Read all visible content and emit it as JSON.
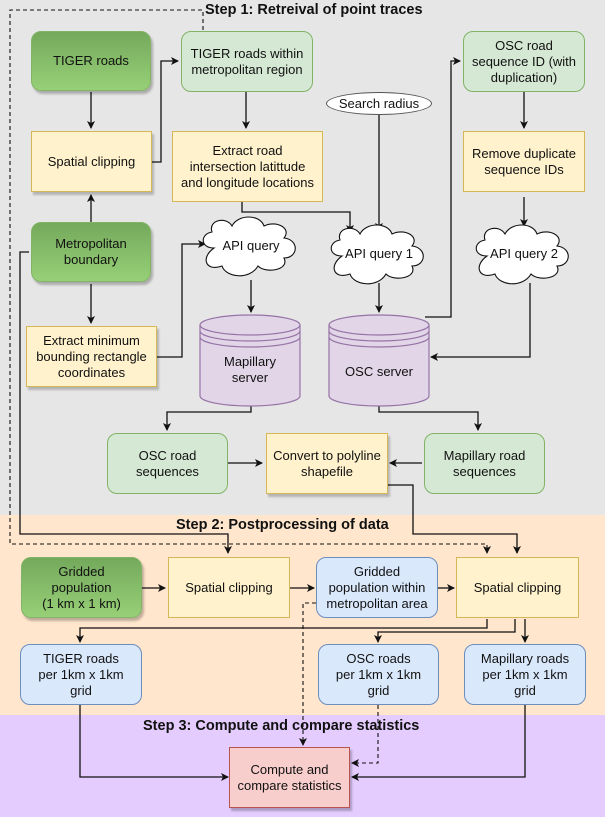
{
  "steps": {
    "step1": "Step 1: Retreival of point traces",
    "step2": "Step 2: Postprocessing of data",
    "step3": "Step 3: Compute and compare statistics"
  },
  "nodes": {
    "tiger_roads": "TIGER roads",
    "tiger_within_metro": "TIGER roads within\nmetropolitan region",
    "osc_seq_id": "OSC road\nsequence ID (with\nduplication)",
    "search_radius": "Search radius",
    "spatial_clipping_1": "Spatial clipping",
    "extract_intersections": "Extract road\nintersection latittude\nand longitude locations",
    "remove_duplicates": "Remove duplicate\nsequence IDs",
    "metro_boundary": "Metropolitan\nboundary",
    "api_query": "API query",
    "api_query_1": "API query 1",
    "api_query_2": "API query 2",
    "extract_mbr": "Extract minimum\nbounding rectangle\ncoordinates",
    "mapillary_server": "Mapillary\nserver",
    "osc_server": "OSC server",
    "osc_road_sequences": "OSC road\nsequences",
    "convert_polyline": "Convert to polyline\nshapefile",
    "mapillary_road_sequences": "Mapillary road\nsequences",
    "gridded_population": "Gridded\npopulation\n(1 km x 1 km)",
    "spatial_clipping_2": "Spatial clipping",
    "gridded_pop_metro": "Gridded\npopulation within\nmetropolitan area",
    "spatial_clipping_3": "Spatial clipping",
    "tiger_per_grid": "TIGER roads\nper 1km x 1km\ngrid",
    "osc_per_grid": "OSC roads\nper 1km x 1km\ngrid",
    "mapillary_per_grid": "Mapillary roads\nper 1km x 1km\ngrid",
    "compute_stats": "Compute and\ncompare statistics"
  },
  "colors": {
    "step1_bg": "#e6e6e6",
    "step2_bg": "#ffe6cc",
    "step3_bg": "#e5ccff",
    "input_green": "#97d077",
    "output_green": "#d5e8d4",
    "process_yellow": "#fff2cc",
    "grid_blue": "#dae8fc",
    "database_purple": "#e1d5e7",
    "final_red": "#f8cecc"
  }
}
